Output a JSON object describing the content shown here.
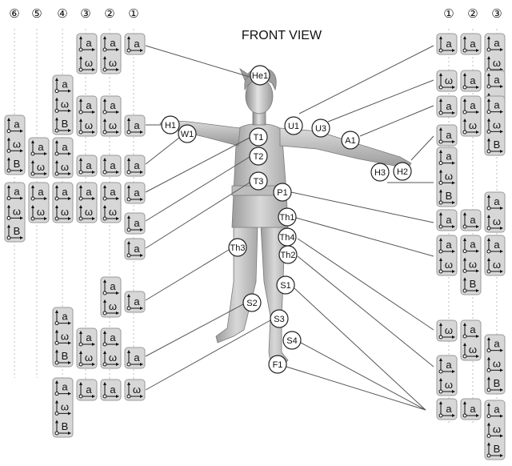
{
  "title": "FRONT VIEW",
  "colors": {
    "badge_fill": "#d7d7d7",
    "badge_stroke": "#9a9a9a",
    "line": "#555555",
    "node_fill": "#ffffff",
    "text": "#111111"
  },
  "left_column_headers": [
    "⑥",
    "⑤",
    "④",
    "③",
    "②",
    "①"
  ],
  "right_column_headers": [
    "①",
    "②",
    "③"
  ],
  "sensor_labels": {
    "He1": "He1",
    "H1": "H1",
    "W1": "W1",
    "T1": "T1",
    "T2": "T2",
    "T3": "T3",
    "U1": "U1",
    "U3": "U3",
    "A1": "A1",
    "H3": "H3",
    "H2": "H2",
    "P1": "P1",
    "Th1": "Th1",
    "Th4": "Th4",
    "Th2": "Th2",
    "Th3": "Th3",
    "S1": "S1",
    "S2": "S2",
    "S3": "S3",
    "S4": "S4",
    "F1": "F1"
  },
  "symbols": {
    "a": "a",
    "w": "ω",
    "B": "B"
  },
  "icon_names": {
    "a": "accelerometer-icon",
    "w": "gyroscope-icon",
    "B": "magnetometer-icon"
  }
}
